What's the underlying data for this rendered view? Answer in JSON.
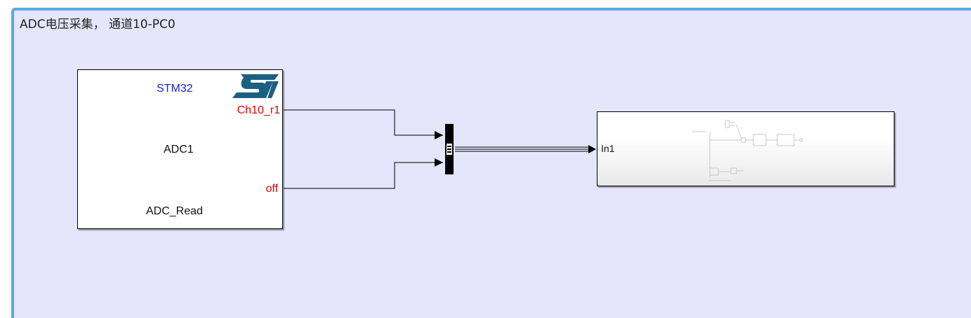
{
  "canvas": {
    "title": "ADC电压采集， 通道10-PC0",
    "background_color": "#e5e5fb",
    "border_color": "#5aa8e6"
  },
  "adc_block": {
    "brand_label": "STM32",
    "logo": "st-logo-icon",
    "block_label": "ADC1",
    "block_name": "ADC_Read",
    "output_ports": [
      "Ch10_r1",
      "off"
    ],
    "port_label_color": "#e00000",
    "brand_label_color": "#1a22cc"
  },
  "mux_block": {
    "inputs": 2,
    "color": "#000000"
  },
  "subsystem_block": {
    "input_port": "In1",
    "preview": "subsystem-preview-icon"
  }
}
